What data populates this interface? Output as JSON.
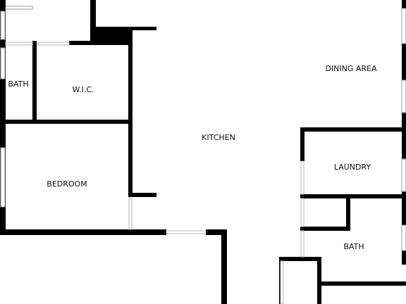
{
  "floor_plan": {
    "wall_color": "#000000",
    "background_color": "#ffffff",
    "rooms": {
      "bath_left": "BATH",
      "walk_in_closet": "W.I.C.",
      "bedroom": "BEDROOM",
      "kitchen": "KITCHEN",
      "dining_area": "DINING AREA",
      "laundry": "LAUNDRY",
      "bath_right": "BATH"
    }
  }
}
